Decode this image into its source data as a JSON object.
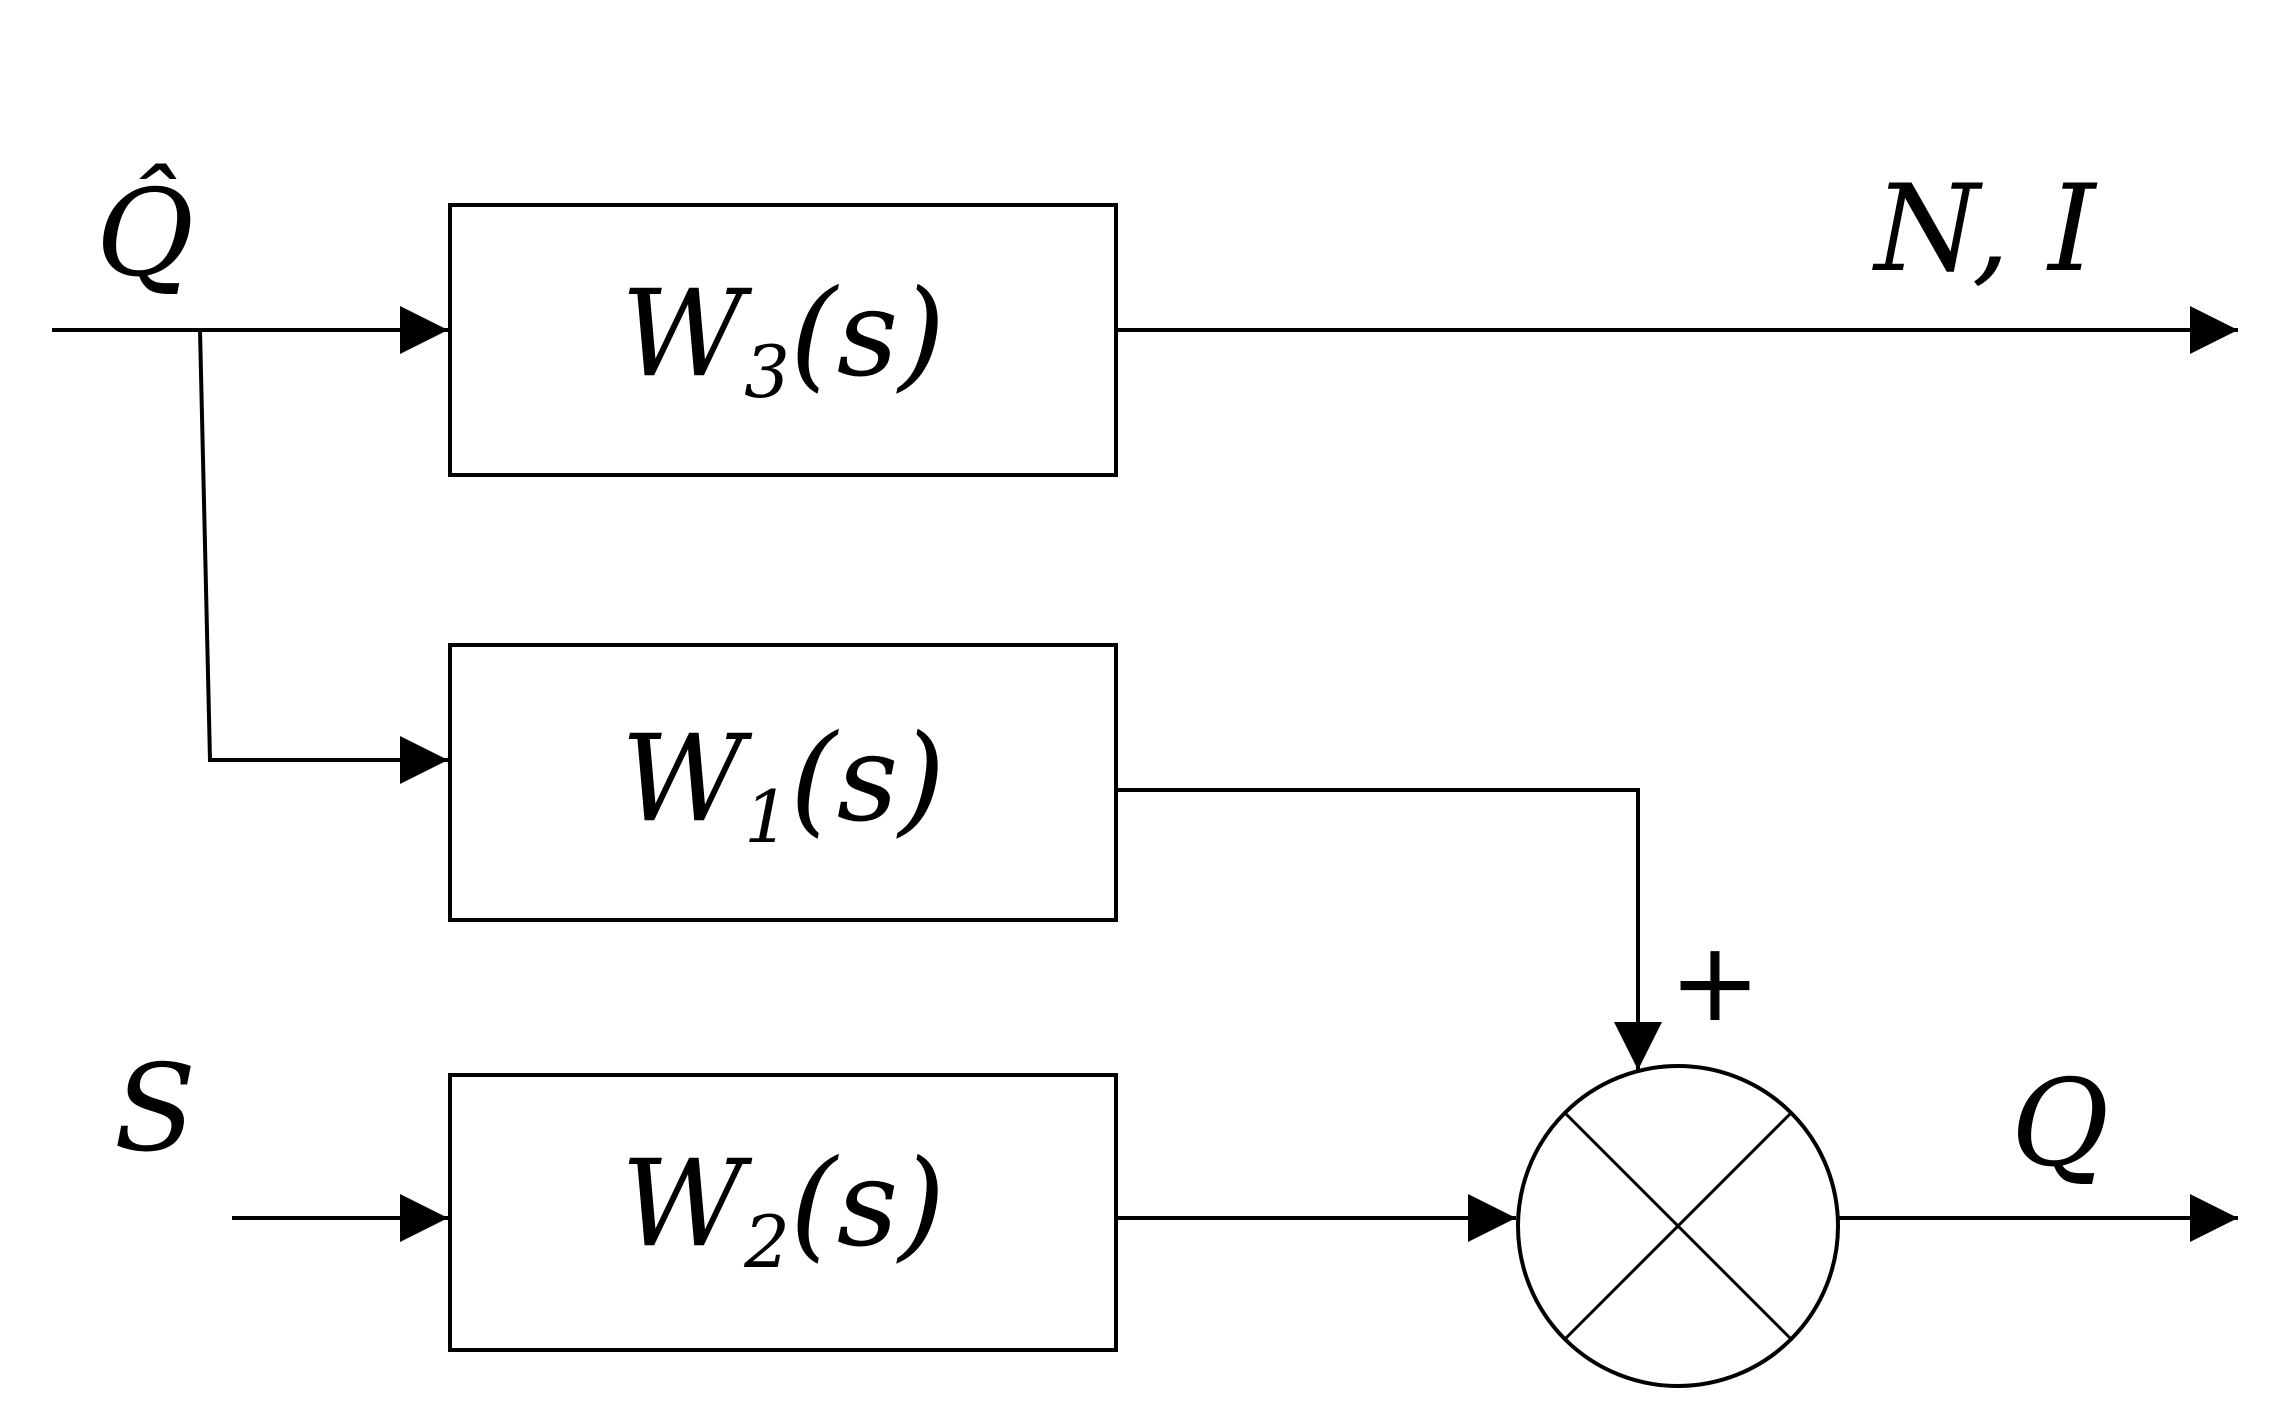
{
  "inputs": {
    "q_hat": "Q̂",
    "s": "S"
  },
  "outputs": {
    "n_i": "N, I",
    "q": "Q"
  },
  "blocks": {
    "w3": {
      "main": "W",
      "sub": "3",
      "arg": "(s)"
    },
    "w1": {
      "main": "W",
      "sub": "1",
      "arg": "(s)"
    },
    "w2": {
      "main": "W",
      "sub": "2",
      "arg": "(s)"
    }
  },
  "junction": {
    "sign": "+"
  }
}
